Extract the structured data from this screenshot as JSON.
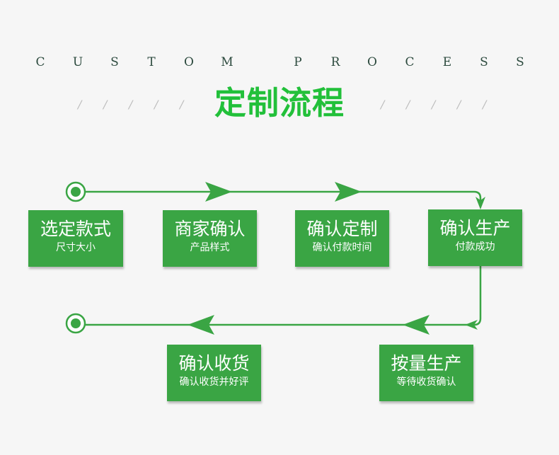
{
  "header": {
    "subtitle_letters": [
      "C",
      "U",
      "S",
      "T",
      "O",
      "M",
      "P",
      "R",
      "O",
      "C",
      "E",
      "S",
      "S"
    ],
    "title": "定制流程",
    "decor_slash": "/"
  },
  "colors": {
    "accent": "#3aa544",
    "title_green": "#22c03a",
    "subtitle_dark": "#2c4a3e",
    "background": "#f6f6f6"
  },
  "steps": [
    {
      "title": "选定款式",
      "subtitle": "尺寸大小"
    },
    {
      "title": "商家确认",
      "subtitle": "产品样式"
    },
    {
      "title": "确认定制",
      "subtitle": "确认付款时间"
    },
    {
      "title": "确认生产",
      "subtitle": "付款成功"
    },
    {
      "title": "按量生产",
      "subtitle": "等待收货确认"
    },
    {
      "title": "确认收货",
      "subtitle": "确认收货并好评"
    }
  ]
}
